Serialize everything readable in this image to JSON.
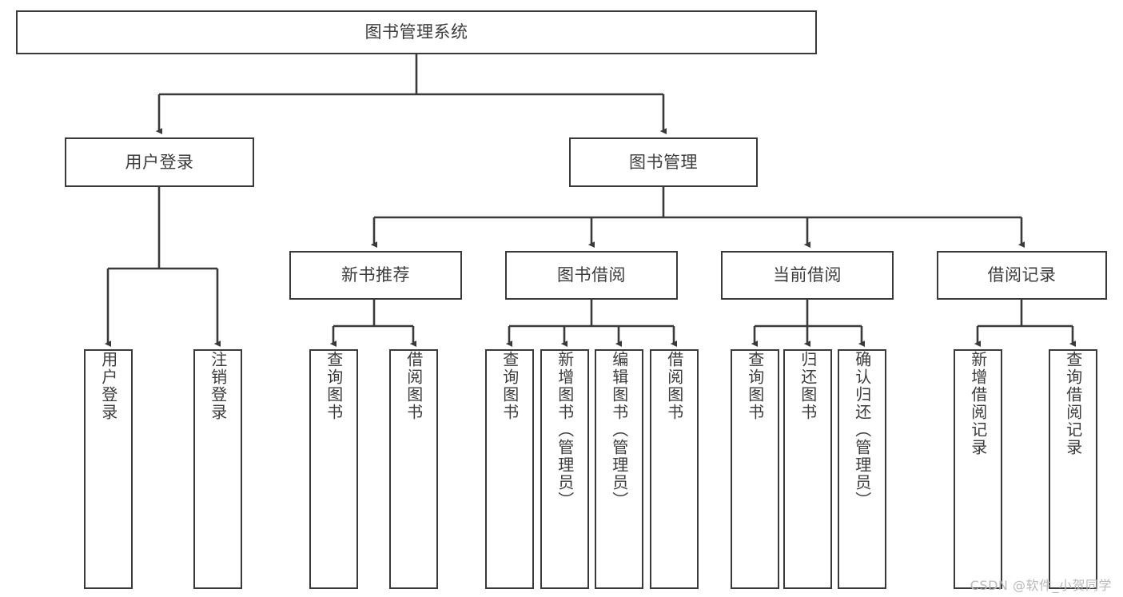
{
  "diagram": {
    "title": "图书管理系统",
    "type": "tree-hierarchy-chart",
    "watermark": "CSDN @软件_小贺同学",
    "colors": {
      "stroke": "#3a3a3a",
      "fill": "#ffffff",
      "text": "#3c3c3c",
      "watermark": "#b9b9b9"
    },
    "nodes": {
      "root": {
        "label": "图书管理系统"
      },
      "level1": [
        {
          "id": "user-login",
          "label": "用户登录"
        },
        {
          "id": "book-manage",
          "label": "图书管理"
        }
      ],
      "level2": [
        {
          "id": "new-book-recommend",
          "label": "新书推荐"
        },
        {
          "id": "book-borrow",
          "label": "图书借阅"
        },
        {
          "id": "current-borrow",
          "label": "当前借阅"
        },
        {
          "id": "borrow-record",
          "label": "借阅记录"
        }
      ],
      "leaves": {
        "user-login": [
          {
            "id": "leaf-user-login",
            "label": "用户登录"
          },
          {
            "id": "leaf-user-logout",
            "label": "注销登录"
          }
        ],
        "new-book-recommend": [
          {
            "id": "leaf-query-book-1",
            "label": "查询图书"
          },
          {
            "id": "leaf-borrow-book-1",
            "label": "借阅图书"
          }
        ],
        "book-borrow": [
          {
            "id": "leaf-query-book-2",
            "label": "查询图书"
          },
          {
            "id": "leaf-add-book",
            "label": "新增图书（管理员）"
          },
          {
            "id": "leaf-edit-book",
            "label": "编辑图书（管理员）"
          },
          {
            "id": "leaf-borrow-book-2",
            "label": "借阅图书"
          }
        ],
        "current-borrow": [
          {
            "id": "leaf-query-book-3",
            "label": "查询图书"
          },
          {
            "id": "leaf-return-book",
            "label": "归还图书"
          },
          {
            "id": "leaf-confirm-return",
            "label": "确认归还（管理员）"
          }
        ],
        "borrow-record": [
          {
            "id": "leaf-add-record",
            "label": "新增借阅记录"
          },
          {
            "id": "leaf-query-record",
            "label": "查询借阅记录"
          }
        ]
      }
    }
  }
}
